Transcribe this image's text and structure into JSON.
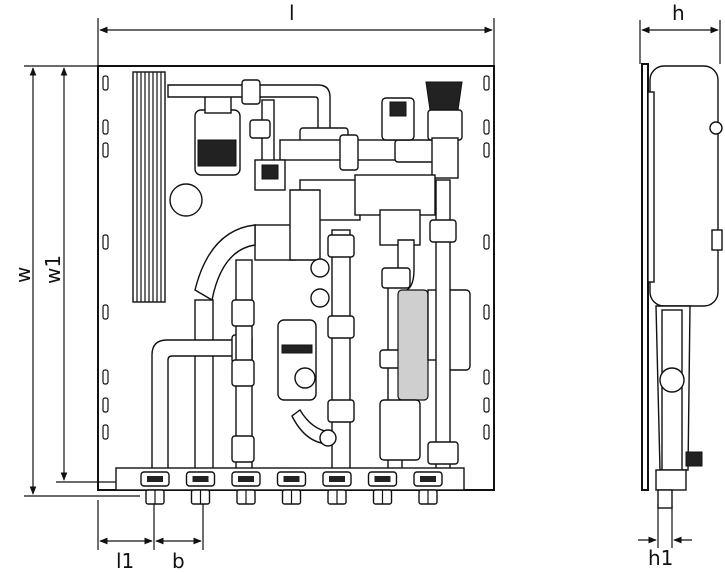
{
  "dimensions": {
    "length": "l",
    "height": "h",
    "width": "w",
    "width_inner": "w1",
    "offset_left": "l1",
    "pitch": "b",
    "offset_side": "h1"
  },
  "outlet_count": 7
}
